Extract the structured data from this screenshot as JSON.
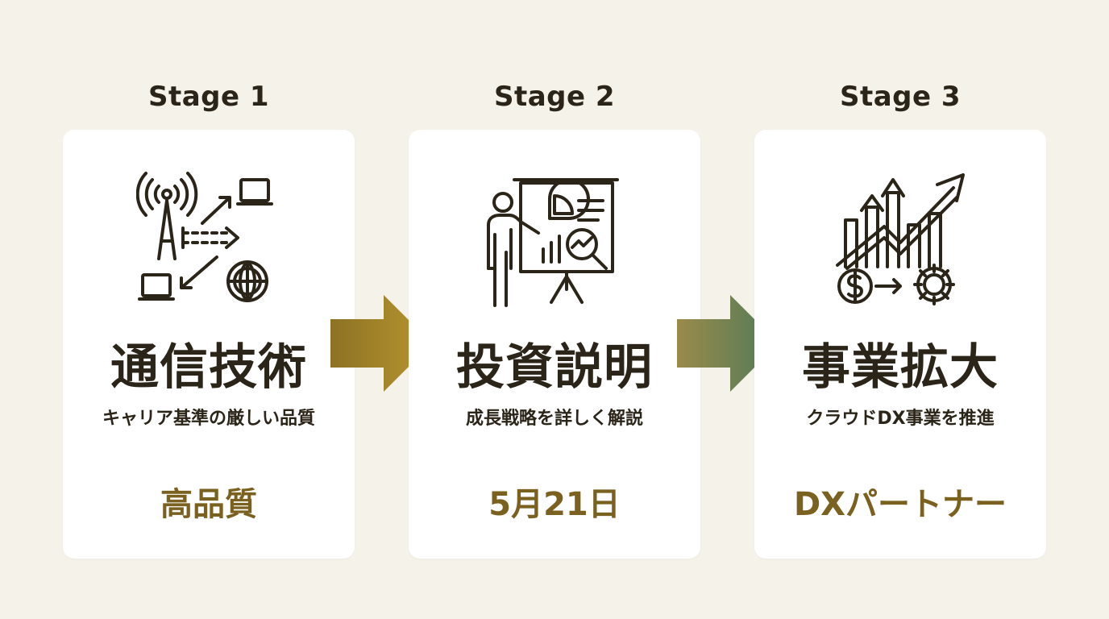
{
  "colors": {
    "background": "#f5f2ea",
    "card": "#ffffff",
    "text": "#2b2418",
    "highlight": "#7a6120",
    "arrow1_start": "#8d7224",
    "arrow1_end": "#b8962f",
    "arrow2_start": "#9a8a4a",
    "arrow2_end": "#4f7a5a"
  },
  "stages": [
    {
      "label": "Stage 1",
      "icon": "network-communication-icon",
      "title": "通信技術",
      "description": "キャリア基準の厳しい品質",
      "highlight": "高品質"
    },
    {
      "label": "Stage 2",
      "icon": "presentation-chart-icon",
      "title": "投資説明",
      "description": "成長戦略を詳しく解説",
      "highlight": "5月21日"
    },
    {
      "label": "Stage 3",
      "icon": "growth-chart-icon",
      "title": "事業拡大",
      "description": "クラウドDX事業を推進",
      "highlight": "DXパートナー"
    }
  ],
  "arrows": [
    {
      "icon": "right-arrow-icon"
    },
    {
      "icon": "right-arrow-icon"
    }
  ]
}
